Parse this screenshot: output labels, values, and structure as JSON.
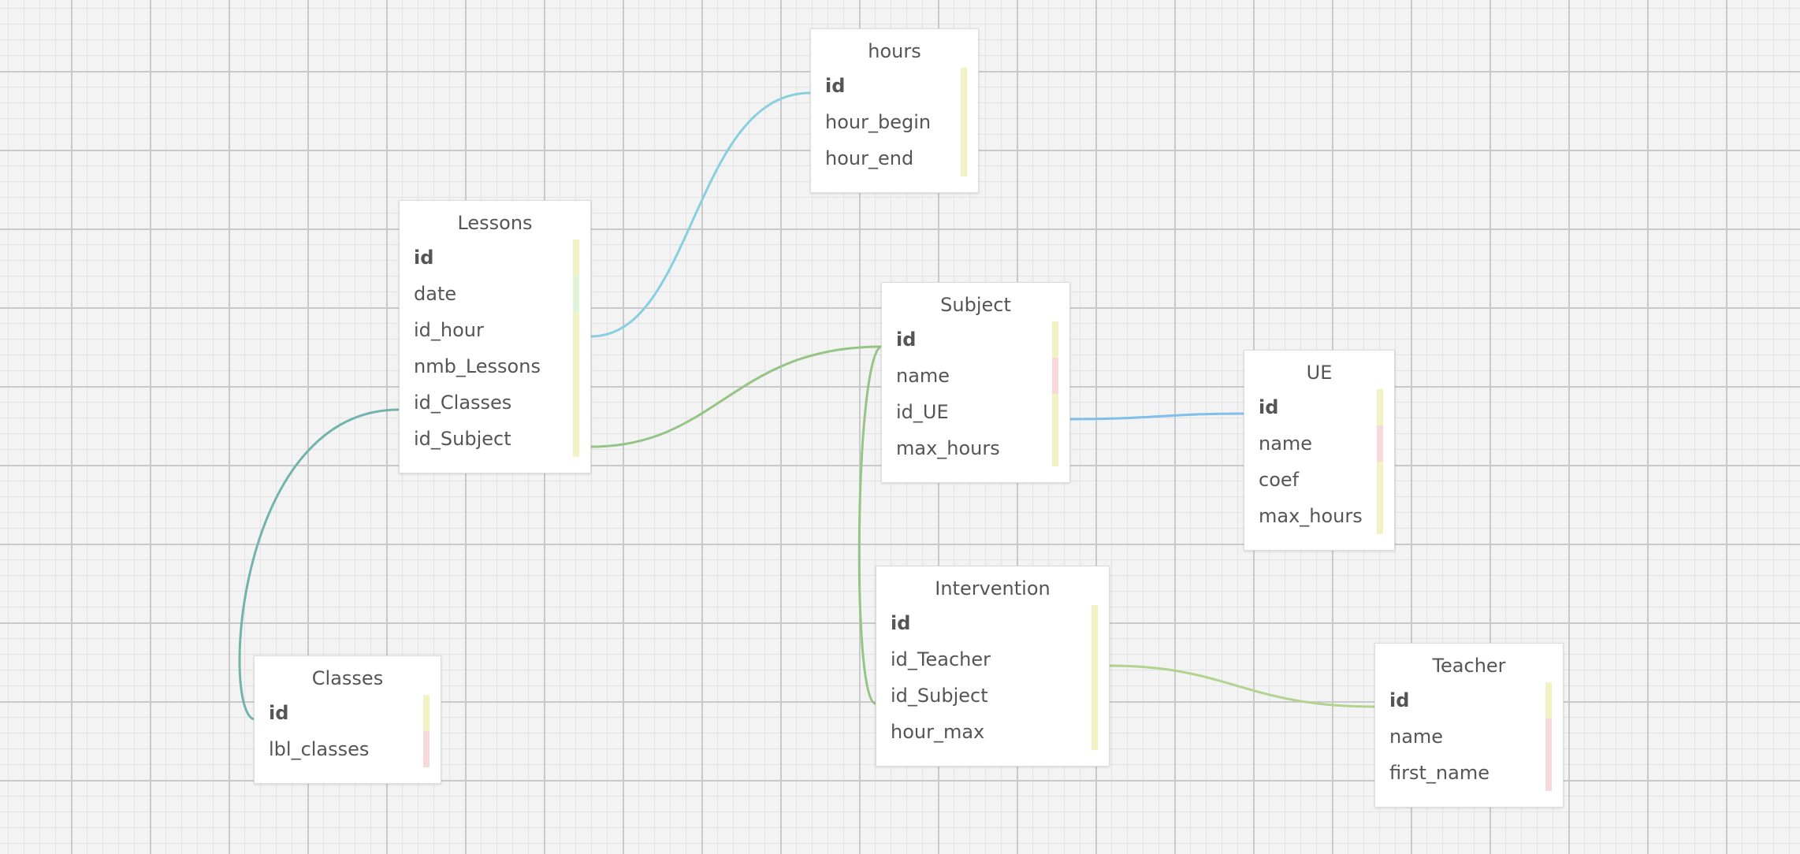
{
  "colors": {
    "key_marker": "#f2f3c2",
    "text_marker": "#f7d9d9",
    "date_marker": "#dff5d8",
    "link_teal": "#72b3ac",
    "link_lightblue": "#88cfe0",
    "link_green": "#96c486",
    "link_blue": "#80bfea",
    "link_lightgreen": "#b1d38e"
  },
  "tables": {
    "hours": {
      "title": "hours",
      "fields": [
        {
          "name": "id",
          "pk": true,
          "marker": "key"
        },
        {
          "name": "hour_begin",
          "pk": false,
          "marker": "key"
        },
        {
          "name": "hour_end",
          "pk": false,
          "marker": "key"
        }
      ]
    },
    "lessons": {
      "title": "Lessons",
      "fields": [
        {
          "name": "id",
          "pk": true,
          "marker": "key"
        },
        {
          "name": "date",
          "pk": false,
          "marker": "date"
        },
        {
          "name": "id_hour",
          "pk": false,
          "marker": "key"
        },
        {
          "name": "nmb_Lessons",
          "pk": false,
          "marker": "key"
        },
        {
          "name": "id_Classes",
          "pk": false,
          "marker": "key"
        },
        {
          "name": "id_Subject",
          "pk": false,
          "marker": "key"
        }
      ]
    },
    "subject": {
      "title": "Subject",
      "fields": [
        {
          "name": "id",
          "pk": true,
          "marker": "key"
        },
        {
          "name": "name",
          "pk": false,
          "marker": "text"
        },
        {
          "name": "id_UE",
          "pk": false,
          "marker": "key"
        },
        {
          "name": "max_hours",
          "pk": false,
          "marker": "key"
        }
      ]
    },
    "ue": {
      "title": "UE",
      "fields": [
        {
          "name": "id",
          "pk": true,
          "marker": "key"
        },
        {
          "name": "name",
          "pk": false,
          "marker": "text"
        },
        {
          "name": "coef",
          "pk": false,
          "marker": "key"
        },
        {
          "name": "max_hours",
          "pk": false,
          "marker": "key"
        }
      ]
    },
    "intervention": {
      "title": "Intervention",
      "fields": [
        {
          "name": "id",
          "pk": true,
          "marker": "key"
        },
        {
          "name": "id_Teacher",
          "pk": false,
          "marker": "key"
        },
        {
          "name": "id_Subject",
          "pk": false,
          "marker": "key"
        },
        {
          "name": "hour_max",
          "pk": false,
          "marker": "key"
        }
      ]
    },
    "classes": {
      "title": "Classes",
      "fields": [
        {
          "name": "id",
          "pk": true,
          "marker": "key"
        },
        {
          "name": "lbl_classes",
          "pk": false,
          "marker": "text"
        }
      ]
    },
    "teacher": {
      "title": "Teacher",
      "fields": [
        {
          "name": "id",
          "pk": true,
          "marker": "key"
        },
        {
          "name": "name",
          "pk": false,
          "marker": "text"
        },
        {
          "name": "first_name",
          "pk": false,
          "marker": "text"
        }
      ]
    }
  },
  "relations": [
    {
      "from_table": "lessons",
      "from_field": "id_hour",
      "to_table": "hours",
      "to_field": "id",
      "color": "link_lightblue"
    },
    {
      "from_table": "lessons",
      "from_field": "id_Classes",
      "to_table": "classes",
      "to_field": "id",
      "color": "link_teal"
    },
    {
      "from_table": "lessons",
      "from_field": "id_Subject",
      "to_table": "subject",
      "to_field": "id",
      "color": "link_green"
    },
    {
      "from_table": "subject",
      "from_field": "id_UE",
      "to_table": "ue",
      "to_field": "id",
      "color": "link_blue"
    },
    {
      "from_table": "intervention",
      "from_field": "id_Subject",
      "to_table": "subject",
      "to_field": "id",
      "color": "link_green"
    },
    {
      "from_table": "intervention",
      "from_field": "id_Teacher",
      "to_table": "teacher",
      "to_field": "id",
      "color": "link_lightgreen"
    }
  ]
}
